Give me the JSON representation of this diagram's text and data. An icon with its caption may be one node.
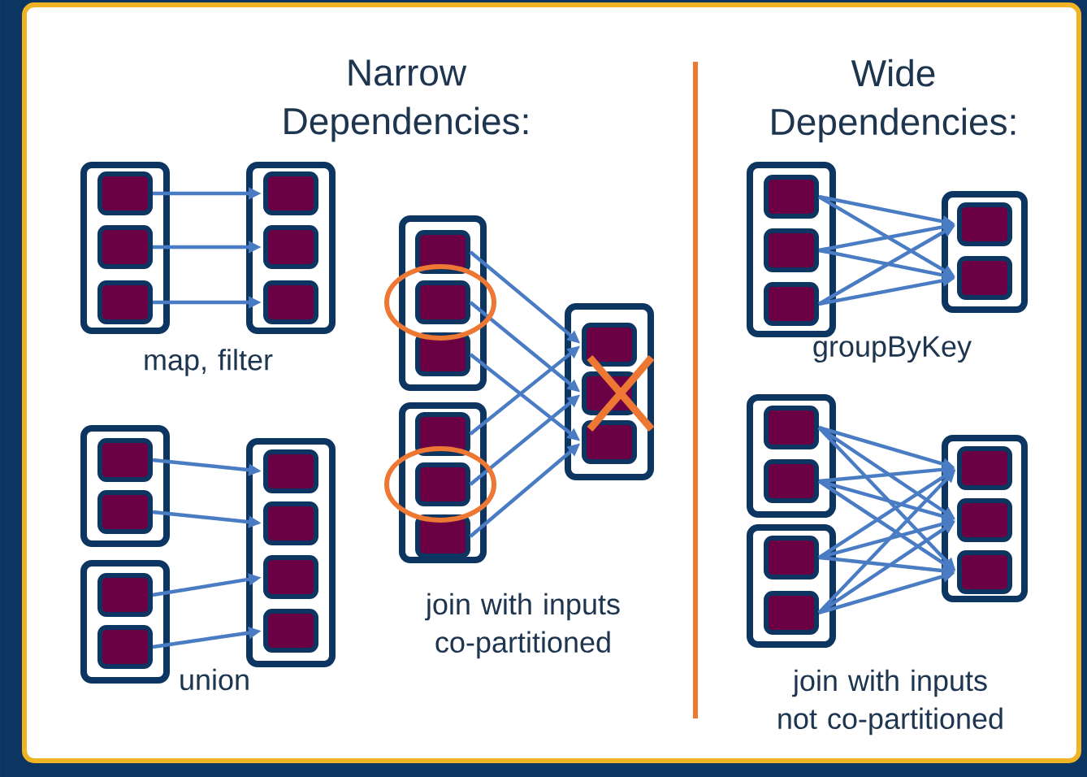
{
  "diagram": {
    "nodes": [
      {
        "text": [],
        "shape": "box"
      },
      {
        "text": [],
        "shape": "box",
        "in": 0
      },
      {
        "text": [],
        "shape": "box",
        "in": 0
      },
      {
        "text": [],
        "shape": "box",
        "in": 0
      },
      {
        "text": [],
        "shape": "box"
      },
      {
        "text": [],
        "shape": "box",
        "in": 4
      },
      {
        "text": [],
        "shape": "box",
        "in": 4
      },
      {
        "text": [],
        "shape": "box",
        "in": 4
      },
      {
        "text": [],
        "shape": "box"
      },
      {
        "text": [],
        "shape": "box",
        "in": 8
      },
      {
        "text": [],
        "shape": "box",
        "in": 8
      },
      {
        "text": [],
        "shape": "box"
      },
      {
        "text": [],
        "shape": "box",
        "in": 11
      },
      {
        "text": [],
        "shape": "box",
        "in": 11
      },
      {
        "text": [],
        "shape": "box"
      },
      {
        "text": [],
        "shape": "box",
        "in": 14
      },
      {
        "text": [],
        "shape": "box",
        "in": 14
      },
      {
        "text": [],
        "shape": "box",
        "in": 14
      },
      {
        "text": [],
        "shape": "box",
        "in": 14
      },
      {
        "text": [],
        "shape": "box"
      },
      {
        "text": [],
        "shape": "box",
        "in": 19
      },
      {
        "text": [],
        "shape": "box",
        "in": 19
      },
      {
        "text": [],
        "shape": "box",
        "in": 19
      },
      {
        "text": [],
        "shape": "box"
      },
      {
        "text": [],
        "shape": "box",
        "in": 23
      },
      {
        "text": [],
        "shape": "box",
        "in": 23
      },
      {
        "text": [],
        "shape": "box",
        "in": 23
      },
      {
        "text": [],
        "shape": "box"
      },
      {
        "text": [],
        "shape": "box",
        "in": 27
      },
      {
        "text": [],
        "shape": "box",
        "in": 27
      },
      {
        "text": [],
        "shape": "box",
        "in": 27
      },
      {
        "text": [],
        "shape": "box"
      },
      {
        "text": [],
        "shape": "box",
        "in": 31
      },
      {
        "text": [],
        "shape": "box",
        "in": 31
      },
      {
        "text": [],
        "shape": "box",
        "in": 31
      },
      {
        "text": [],
        "shape": "box"
      },
      {
        "text": [],
        "shape": "box",
        "in": 35
      },
      {
        "text": [],
        "shape": "box",
        "in": 35
      },
      {
        "text": [],
        "shape": "box"
      },
      {
        "text": [],
        "shape": "box",
        "in": 38
      },
      {
        "text": [],
        "shape": "box",
        "in": 38
      },
      {
        "text": [],
        "shape": "box"
      },
      {
        "text": [],
        "shape": "box",
        "in": 41
      },
      {
        "text": [],
        "shape": "box",
        "in": 41
      },
      {
        "text": [],
        "shape": "box"
      },
      {
        "text": [],
        "shape": "box",
        "in": 44
      },
      {
        "text": [],
        "shape": "box",
        "in": 44
      },
      {
        "text": [],
        "shape": "box",
        "in": 44
      }
    ],
    "edges": [
      {
        "from": 1,
        "to": 5,
        "arrow": "to"
      },
      {
        "from": 2,
        "to": 6,
        "arrow": "to"
      },
      {
        "from": 3,
        "to": 7,
        "arrow": "to"
      },
      {
        "from": 9,
        "to": 15,
        "arrow": "to"
      },
      {
        "from": 10,
        "to": 16,
        "arrow": "to"
      },
      {
        "from": 12,
        "to": 17,
        "arrow": "to"
      },
      {
        "from": 13,
        "to": 18,
        "arrow": "to"
      },
      {
        "from": 20,
        "to": 28,
        "arrow": "to"
      },
      {
        "from": 21,
        "to": 29,
        "arrow": "to"
      },
      {
        "from": 22,
        "to": 30,
        "arrow": "to"
      },
      {
        "from": 24,
        "to": 28,
        "arrow": "to"
      },
      {
        "from": 25,
        "to": 29,
        "arrow": "to"
      },
      {
        "from": 26,
        "to": 30,
        "arrow": "to"
      },
      {
        "from": 32,
        "to": 36,
        "arrow": "to"
      },
      {
        "from": 32,
        "to": 37,
        "arrow": "to"
      },
      {
        "from": 33,
        "to": 36,
        "arrow": "to"
      },
      {
        "from": 33,
        "to": 37,
        "arrow": "to"
      },
      {
        "from": 34,
        "to": 36,
        "arrow": "to"
      },
      {
        "from": 34,
        "to": 37,
        "arrow": "to"
      },
      {
        "from": 39,
        "to": 45,
        "arrow": "to"
      },
      {
        "from": 39,
        "to": 46,
        "arrow": "to"
      },
      {
        "from": 39,
        "to": 47,
        "arrow": "to"
      },
      {
        "from": 40,
        "to": 45,
        "arrow": "to"
      },
      {
        "from": 40,
        "to": 46,
        "arrow": "to"
      },
      {
        "from": 40,
        "to": 47,
        "arrow": "to"
      },
      {
        "from": 42,
        "to": 45,
        "arrow": "to"
      },
      {
        "from": 42,
        "to": 46,
        "arrow": "to"
      },
      {
        "from": 42,
        "to": 47,
        "arrow": "to"
      },
      {
        "from": 43,
        "to": 45,
        "arrow": "to"
      },
      {
        "from": 43,
        "to": 46,
        "arrow": "to"
      },
      {
        "from": 43,
        "to": 47,
        "arrow": "to"
      }
    ],
    "labels": [
      "Narrow Dependencies:",
      "Wide Dependencies:",
      "map, filter",
      "groupByKey",
      "join with inputs co-partitioned",
      "union",
      "join with inputs not co-partitioned"
    ]
  }
}
